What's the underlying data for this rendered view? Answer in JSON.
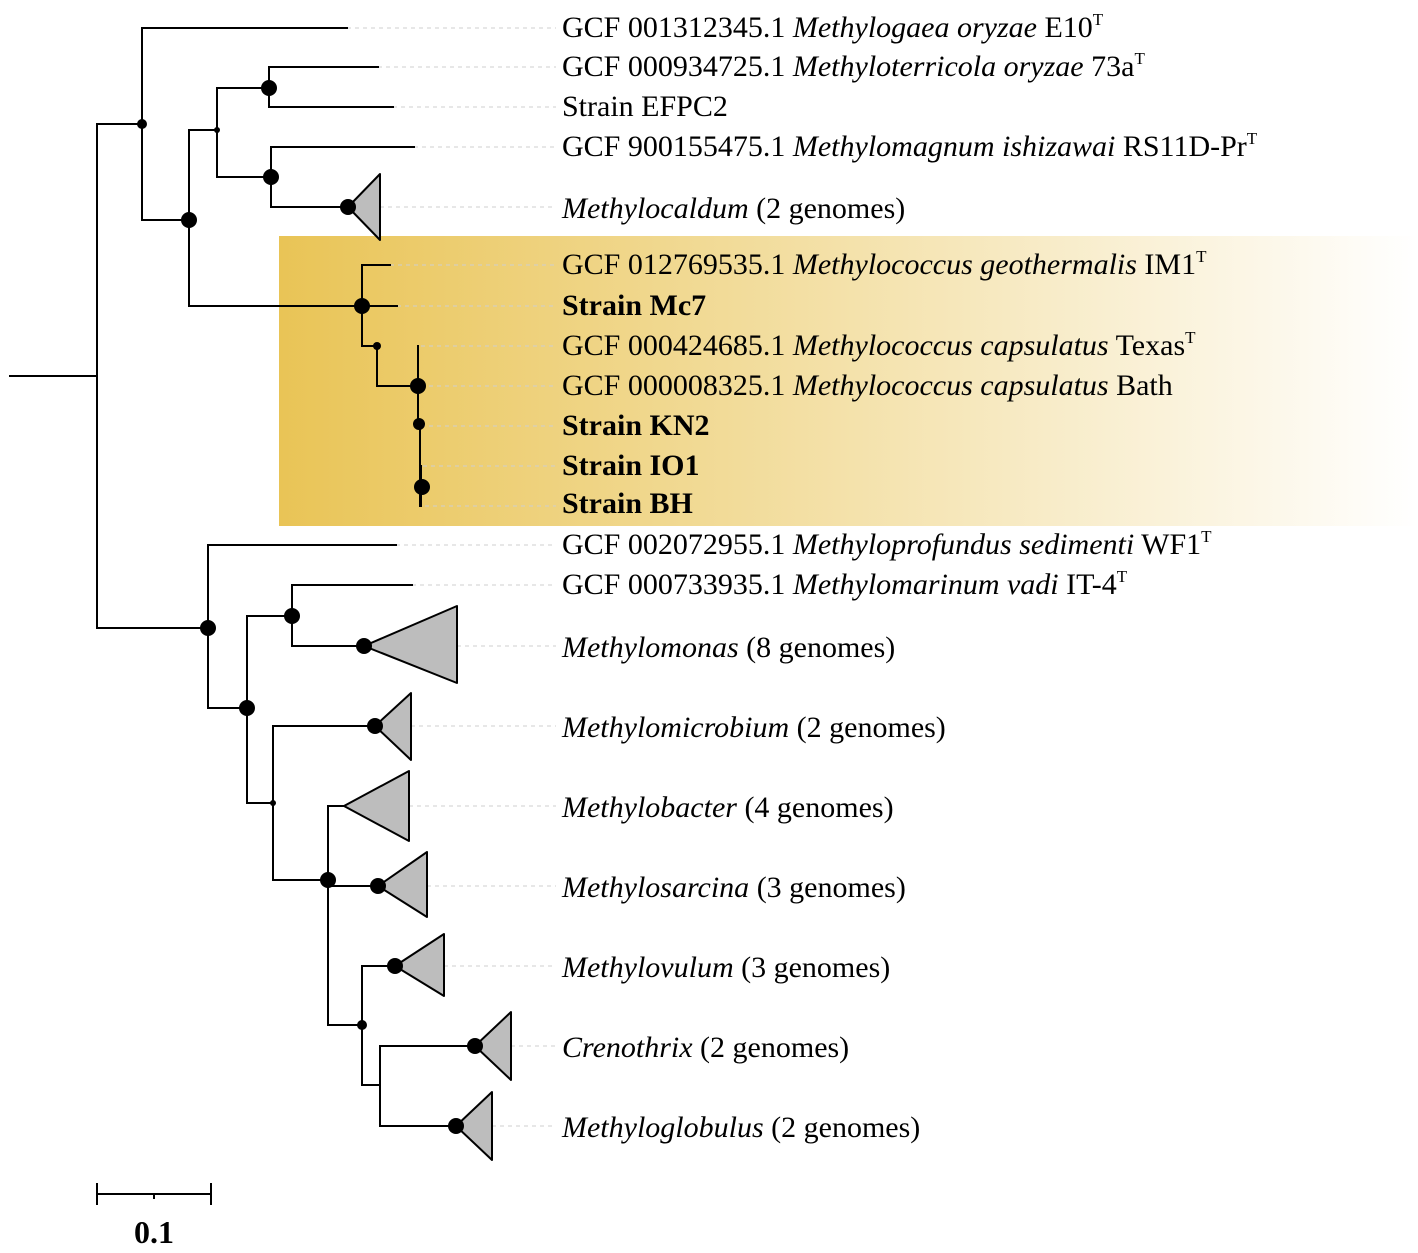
{
  "highlight_color": "#e9c456",
  "collapsed_clade_color": "#bdbdbd",
  "scale_bar": {
    "value": "0.1"
  },
  "taxa": [
    {
      "id": "methylogaea",
      "accession": "GCF 001312345.1",
      "genus": "Methylogaea oryzae",
      "strain": "E10",
      "type_strain": "T"
    },
    {
      "id": "methyloterricola",
      "accession": "GCF 000934725.1",
      "genus": "Methyloterricola oryzae",
      "strain": "73a",
      "type_strain": "T"
    },
    {
      "id": "efpc2",
      "plain": "Strain EFPC2"
    },
    {
      "id": "methylomagnum",
      "accession": "GCF 900155475.1",
      "genus": "Methylomagnum ishizawai",
      "strain": "RS11D-Pr",
      "type_strain": "T"
    },
    {
      "id": "methylocaldum",
      "genus": "Methylocaldum",
      "count": "(2 genomes)"
    },
    {
      "id": "m-geothermalis",
      "accession": "GCF 012769535.1",
      "genus": "Methylococcus geothermalis",
      "strain": "IM1",
      "type_strain": "T"
    },
    {
      "id": "mc7",
      "bold": "Strain Mc7"
    },
    {
      "id": "m-capsulatus-texas",
      "accession": "GCF 000424685.1",
      "genus": "Methylococcus capsulatus",
      "strain": "Texas",
      "type_strain": "T"
    },
    {
      "id": "m-capsulatus-bath",
      "accession": "GCF 000008325.1",
      "genus": "Methylococcus capsulatus",
      "strain": "Bath"
    },
    {
      "id": "kn2",
      "bold": "Strain KN2"
    },
    {
      "id": "io1",
      "bold": "Strain IO1"
    },
    {
      "id": "bh",
      "bold": "Strain BH"
    },
    {
      "id": "methyloprofundus",
      "accession": "GCF 002072955.1",
      "genus": "Methyloprofundus sedimenti",
      "strain": "WF1",
      "type_strain": "T"
    },
    {
      "id": "methylomarinum",
      "accession": "GCF 000733935.1",
      "genus": "Methylomarinum vadi",
      "strain": "IT-4",
      "type_strain": "T"
    },
    {
      "id": "methylomonas",
      "genus": "Methylomonas",
      "count": "(8 genomes)"
    },
    {
      "id": "methylomicrobium",
      "genus": "Methylomicrobium",
      "count": "(2 genomes)"
    },
    {
      "id": "methylobacter",
      "genus": "Methylobacter",
      "count": "(4 genomes)"
    },
    {
      "id": "methylosarcina",
      "genus": "Methylosarcina",
      "count": "(3 genomes)"
    },
    {
      "id": "methylovulum",
      "genus": "Methylovulum",
      "count": "(3 genomes)"
    },
    {
      "id": "crenothrix",
      "genus": "Crenothrix",
      "count": "(2 genomes)"
    },
    {
      "id": "methyloglobulus",
      "genus": "Methyloglobulus",
      "count": "(2 genomes)"
    }
  ]
}
